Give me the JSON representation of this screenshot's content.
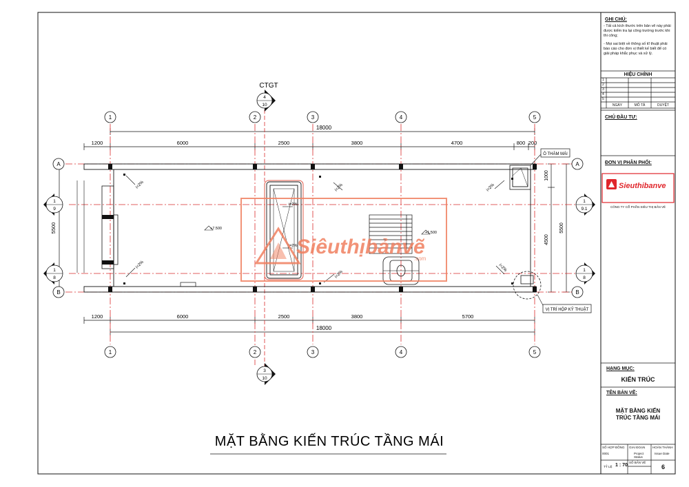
{
  "drawing": {
    "title": "MẶT BẰNG KIẾN TRÚC TẦNG MÁI",
    "section_label": "CTGT",
    "sections": {
      "top_num": "4",
      "top_sheet": "10",
      "bottom_num": "3",
      "bottom_sheet": "10"
    },
    "axis_cols": [
      "1",
      "2",
      "3",
      "4",
      "5"
    ],
    "axis_rows": [
      "A",
      "B"
    ],
    "side_markers": {
      "left_top_num": "1",
      "left_top_sheet": "9",
      "left_bot_num": "1",
      "left_bot_sheet": "8",
      "right_top_num": "1",
      "right_top_sheet": "9.1",
      "right_bot_num": "1",
      "right_bot_sheet": "8"
    },
    "dims_top": [
      "1200",
      "6000",
      "2500",
      "3800",
      "4700",
      "800",
      "200"
    ],
    "dims_bottom": [
      "1200",
      "6000",
      "2500",
      "3800",
      "5700"
    ],
    "dim_total": "18000",
    "dims_left": "5500",
    "dims_right_outer": "5500",
    "dims_right_1": "1000",
    "dims_right_2": "4500",
    "slopes": [
      "i=2%",
      "i=2%",
      "i=2%",
      "i=2%",
      "i=2%",
      "i=2%",
      "i=2%",
      "i=2%"
    ],
    "levels": [
      "+7.500",
      "+1.500"
    ],
    "callout_top": "Ô THĂM MÁI",
    "callout_bottom": "VỊ TRÍ HỘP KỸ THUẬT",
    "watermark": "Siêuthịbảnvẽ",
    "watermark_sub": ".com"
  },
  "titleblock": {
    "notes_label": "GHI CHÚ:",
    "notes_1": "- Tất cả kích thước trên bản vẽ này phải được kiểm tra lại công trường trước khi thi công;",
    "notes_2": "- Mọi sai biệt về thông số kĩ thuật phải báo cáo cho đơn vị thiết kế biết để có giải pháp khắc phục và xử lý.",
    "revision_label": "HIỆU CHỈNH",
    "revision_rows": [
      "1",
      "2",
      "3",
      "4",
      "5"
    ],
    "rev_col_date": "NGÀY",
    "rev_col_desc": "MÔ TẢ",
    "rev_col_approve": "DUYỆT",
    "owner_label": "CHỦ ĐẦU TƯ:",
    "distributor_label": "ĐƠN VỊ PHÂN PHỐI:",
    "logo_text": "Sieuthibanve",
    "company": "CÔNG TY CỔ PHẦN SIÊU THỊ BẢN VẼ",
    "category_label": "HẠNG MỤC:",
    "category": "KIẾN TRÚC",
    "drawing_name_label": "TÊN BẢN VẼ:",
    "drawing_name_1": "MẶT BẰNG KIẾN",
    "drawing_name_2": "TRÚC TẦNG MÁI",
    "contract_label": "SỐ HỢP ĐỒNG",
    "contract_value": "0001",
    "stage_label": "GIAI ĐOẠN",
    "stage_value": "Project Status",
    "complete_label": "HOÀN THÀNH",
    "complete_value": "Issue Date",
    "scale_label": "TỶ LỆ",
    "scale_value": "1 : 70",
    "sheet_no_label": "SỐ BẢN VẼ",
    "sheet_no_value": "6"
  },
  "colors": {
    "axis_red": "#d92b2b",
    "line": "#111111",
    "watermark": "#f08060",
    "logo_red": "#e0262b"
  }
}
